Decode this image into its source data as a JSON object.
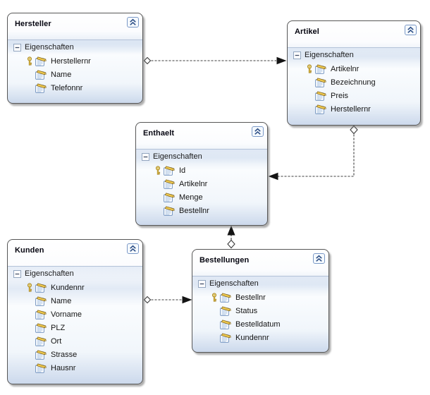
{
  "entities": [
    {
      "title": "Hersteller",
      "section_label": "Eigenschaften",
      "properties": [
        {
          "name": "Herstellernr",
          "is_key": true
        },
        {
          "name": "Name",
          "is_key": false
        },
        {
          "name": "Telefonnr",
          "is_key": false
        }
      ]
    },
    {
      "title": "Artikel",
      "section_label": "Eigenschaften",
      "properties": [
        {
          "name": "Artikelnr",
          "is_key": true
        },
        {
          "name": "Bezeichnung",
          "is_key": false
        },
        {
          "name": "Preis",
          "is_key": false
        },
        {
          "name": "Herstellernr",
          "is_key": false
        }
      ]
    },
    {
      "title": "Enthaelt",
      "section_label": "Eigenschaften",
      "properties": [
        {
          "name": "Id",
          "is_key": true
        },
        {
          "name": "Artikelnr",
          "is_key": false
        },
        {
          "name": "Menge",
          "is_key": false
        },
        {
          "name": "Bestellnr",
          "is_key": false
        }
      ]
    },
    {
      "title": "Kunden",
      "section_label": "Eigenschaften",
      "properties": [
        {
          "name": "Kundennr",
          "is_key": true
        },
        {
          "name": "Name",
          "is_key": false
        },
        {
          "name": "Vorname",
          "is_key": false
        },
        {
          "name": "PLZ",
          "is_key": false
        },
        {
          "name": "Ort",
          "is_key": false
        },
        {
          "name": "Strasse",
          "is_key": false
        },
        {
          "name": "Hausnr",
          "is_key": false
        }
      ]
    },
    {
      "title": "Bestellungen",
      "section_label": "Eigenschaften",
      "properties": [
        {
          "name": "Bestellnr",
          "is_key": true
        },
        {
          "name": "Status",
          "is_key": false
        },
        {
          "name": "Bestelldatum",
          "is_key": false
        },
        {
          "name": "Kundennr",
          "is_key": false
        }
      ]
    }
  ],
  "relationships": [
    {
      "from": "Hersteller",
      "to": "Artikel",
      "line": "dashed",
      "source_marker": "open-diamond",
      "target_marker": "filled-arrow"
    },
    {
      "from": "Artikel",
      "to": "Enthaelt",
      "line": "dashed",
      "source_marker": "open-diamond",
      "target_marker": "filled-arrow"
    },
    {
      "from": "Bestellungen",
      "to": "Enthaelt",
      "line": "dashed",
      "source_marker": "open-diamond",
      "target_marker": "filled-arrow"
    },
    {
      "from": "Kunden",
      "to": "Bestellungen",
      "line": "dashed",
      "source_marker": "open-diamond",
      "target_marker": "filled-arrow"
    }
  ],
  "icons": {
    "collapse": "chevron-double-up-icon",
    "section_toggle": "minus-box-icon",
    "key": "key-icon",
    "property": "scalar-property-icon"
  },
  "colors": {
    "entity_border": "#565656",
    "entity_gradient_bottom": "#ccd9ec",
    "section_divider": "#b3c2d8",
    "connector": "#3c3c3c",
    "key_gold": "#eccc52",
    "collapse_button_border": "#7b99c7",
    "collapse_glyph": "#2d4f86"
  }
}
